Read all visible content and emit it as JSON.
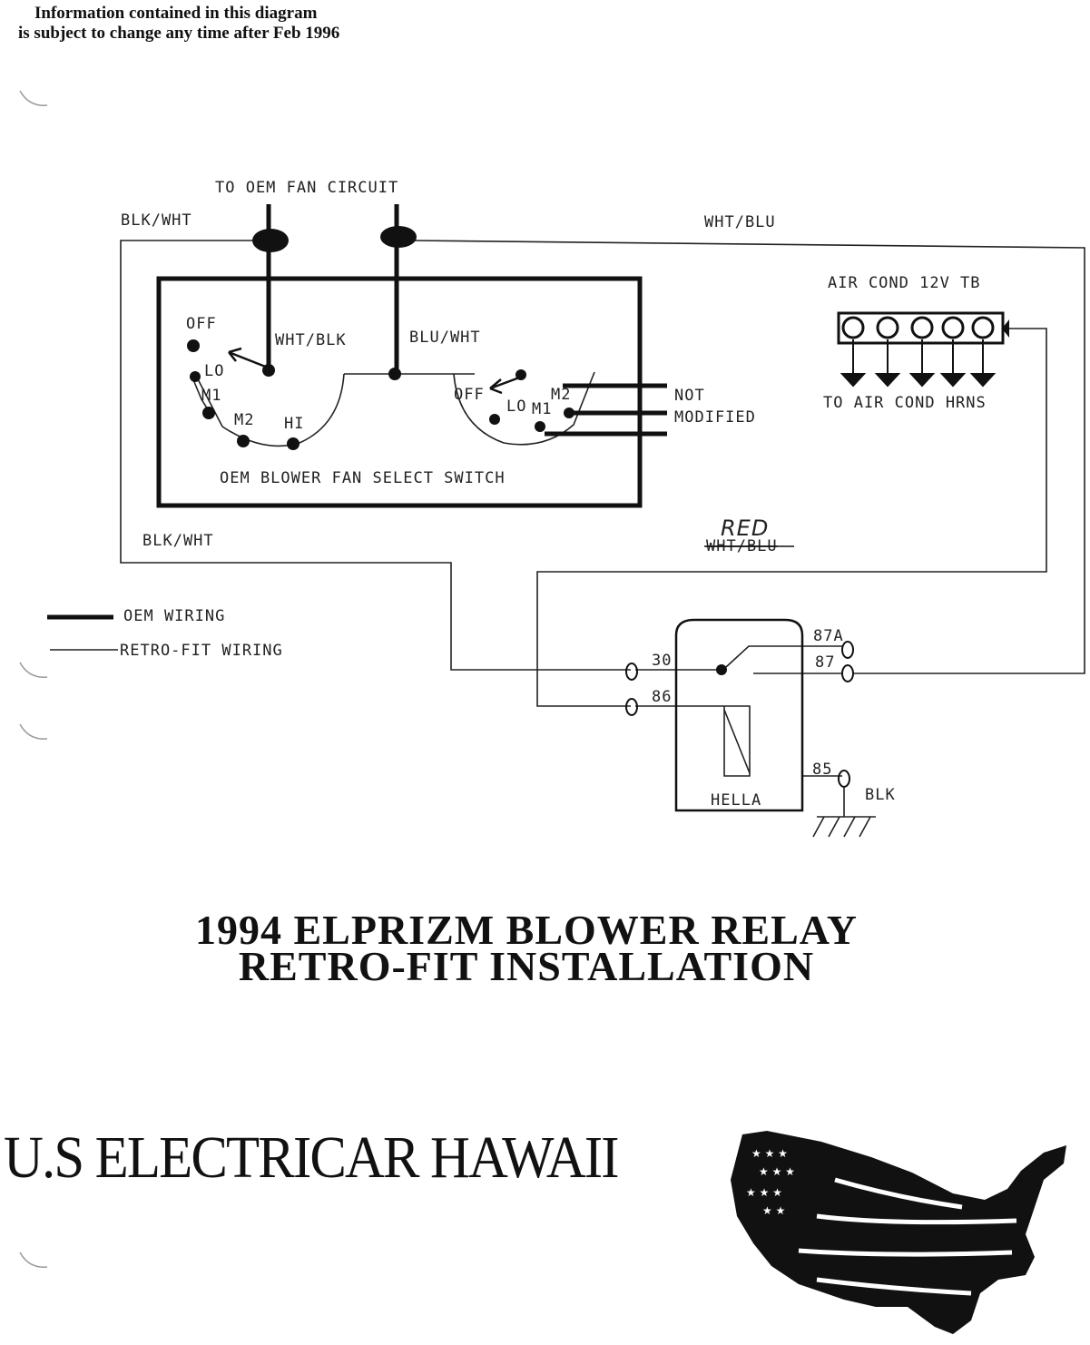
{
  "header": {
    "line1": "Information contained in this diagram",
    "line2": "is subject to change any time after Feb 1996"
  },
  "labels": {
    "to_oem_fan_circuit": "TO OEM FAN CIRCUIT",
    "blk_wht_top": "BLK/WHT",
    "wht_blu_top": "WHT/BLU",
    "air_cond_tb": "AIR COND 12V TB",
    "to_air_cond_hrns": "TO AIR COND HRNS",
    "wht_blk": "WHT/BLK",
    "blu_wht": "BLU/WHT",
    "not": "NOT",
    "modified": "MODIFIED",
    "switch_name": "OEM BLOWER FAN SELECT SWITCH",
    "blk_wht_bottom": "BLK/WHT",
    "red": "RED",
    "wht_blu_struck": "WHT/BLU",
    "legend_oem": "OEM WIRING",
    "legend_retro": "RETRO-FIT WIRING",
    "relay_name": "HELLA",
    "blk": "BLK"
  },
  "switch_left": {
    "off": "OFF",
    "lo": "LO",
    "m1": "M1",
    "m2": "M2",
    "hi": "HI"
  },
  "switch_right": {
    "off": "OFF",
    "lo": "LO",
    "m1": "M1",
    "m2": "M2"
  },
  "relay_pins": {
    "p30": "30",
    "p86": "86",
    "p87a": "87A",
    "p87": "87",
    "p85": "85"
  },
  "title": {
    "line1": "1994 ELPRIZM BLOWER RELAY",
    "line2": "RETRO-FIT INSTALLATION"
  },
  "brand": "U.S ELECTRICAR HAWAII",
  "colors": {
    "ink": "#111111",
    "paper": "#ffffff"
  }
}
